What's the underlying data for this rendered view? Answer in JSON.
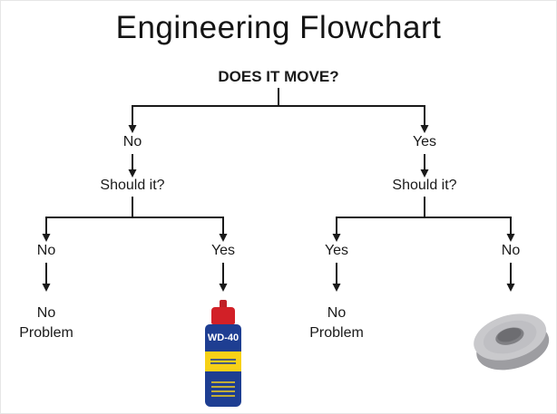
{
  "title": "Engineering Flowchart",
  "root_question": "DOES IT MOVE?",
  "left_branch": {
    "answer": "No",
    "question": "Should it?",
    "left": {
      "answer": "No",
      "outcome": "No\nProblem"
    },
    "right": {
      "answer": "Yes",
      "outcome_icon": "wd40-can"
    }
  },
  "right_branch": {
    "answer": "Yes",
    "question": "Should it?",
    "left": {
      "answer": "Yes",
      "outcome": "No\nProblem"
    },
    "right": {
      "answer": "No",
      "outcome_icon": "duct-tape"
    }
  },
  "wd40": {
    "brand": "WD-40"
  },
  "colors": {
    "background": "#ffffff",
    "line": "#1a1a1a",
    "wd40_blue": "#1e3e92",
    "wd40_yellow": "#f7d117",
    "wd40_red": "#d22027",
    "tape_gray": "#c9c9cc"
  }
}
